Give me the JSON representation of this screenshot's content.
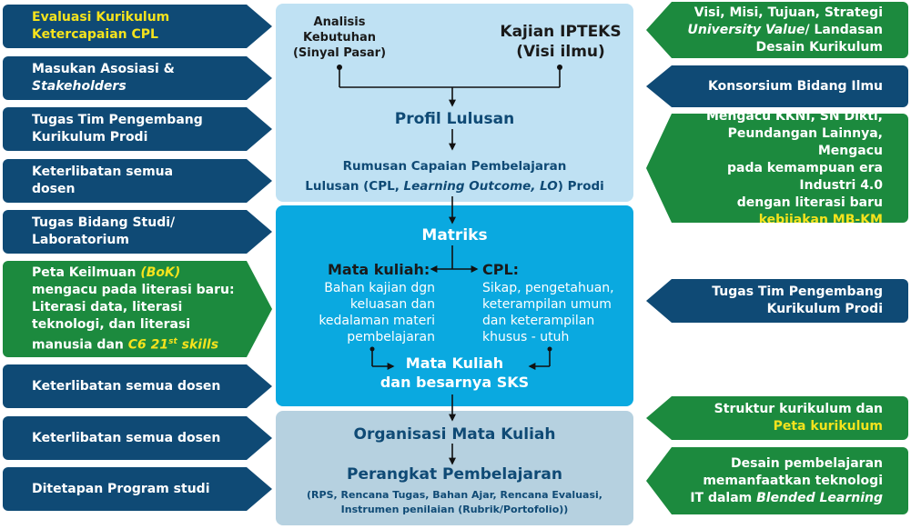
{
  "left_tags": [
    {
      "line1": "Evaluasi Kurikulum",
      "line2": "Ketercapaian CPL"
    },
    {
      "line1": "Masukan Asosiasi &",
      "line2": "Stakeholders"
    },
    {
      "line1": "Tugas Tim Pengembang",
      "line2": "Kurikulum Prodi"
    },
    {
      "line1": "Keterlibatan semua",
      "line2": "dosen"
    },
    {
      "line1": "Tugas Bidang Studi/",
      "line2": "Laboratorium"
    },
    {
      "l1a": "Peta Keilmuan ",
      "l1b": "(BoK)",
      "l2": "mengacu pada literasi baru:",
      "l3": "Literasi data, literasi",
      "l4": "teknologi, dan literasi",
      "l5a": "manusia dan ",
      "l5b": "C6 21",
      "l5sup": "st",
      "l5c": " skills"
    },
    {
      "line1": "Keterlibatan semua dosen"
    },
    {
      "line1": "Keterlibatan semua dosen"
    },
    {
      "line1": "Ditetapan Program studi"
    }
  ],
  "right_tags": [
    {
      "line1": "Visi, Misi, Tujuan, Strategi",
      "line2a": "University Value",
      "line2b": "/ Landasan",
      "line3": "Desain Kurikulum"
    },
    {
      "line1": "Konsorsium Bidang Ilmu"
    },
    {
      "line1": "Mengacu KKNI, SN Dikti,",
      "line2": "Peundangan Lainnya, Mengacu",
      "line3": "pada kemampuan era Industri 4.0",
      "line4": "dengan literasi baru",
      "line5": "kebijakan MB-KM"
    },
    {
      "line1": "Tugas Tim Pengembang",
      "line2": "Kurikulum Prodi"
    },
    {
      "line1": "Struktur kurikulum dan",
      "line2": "Peta kurikulum"
    },
    {
      "line1": "Desain pembelajaran",
      "line2": "memanfaatkan teknologi",
      "line3a": "IT dalam ",
      "line3b": "Blended Learning"
    }
  ],
  "center": {
    "analisis": [
      "Analisis",
      "Kebutuhan",
      "(Sinyal Pasar)"
    ],
    "kajian": [
      "Kajian IPTEKS",
      "(Visi ilmu)"
    ],
    "profil": "Profil Lulusan",
    "rumusan1": "Rumusan Capaian Pembelajaran",
    "rumusan2a": "Lulusan (CPL, ",
    "rumusan2b": "Learning Outcome, LO",
    "rumusan2c": ") Prodi",
    "matriks": "Matriks",
    "mk_title": "Mata kuliah:",
    "mk_lines": [
      "Bahan kajian dgn",
      "keluasan dan",
      "kedalaman materi",
      "pembelajaran"
    ],
    "cpl_title": "CPL:",
    "cpl_lines": [
      "Sikap, pengetahuan,",
      "keterampilan umum",
      "dan keterampilan",
      "khusus - utuh"
    ],
    "mks1": "Mata Kuliah",
    "mks2": "dan besarnya SKS",
    "organisasi": "Organisasi Mata Kuliah",
    "perangkat": "Perangkat Pembelajaran",
    "perangkat_d1": "(RPS, Rencana Tugas, Bahan Ajar, Rencana Evaluasi,",
    "perangkat_d2": "Instrumen penilaian (Rubrik/Portofolio))"
  },
  "colors": {
    "navy": "#0f4a75",
    "green": "#1c8a3e",
    "yellow": "#f5e31d",
    "panel_light": "#bfe1f3",
    "panel_mid": "#0aa9e0",
    "panel_bottom": "#b6d1e0"
  }
}
